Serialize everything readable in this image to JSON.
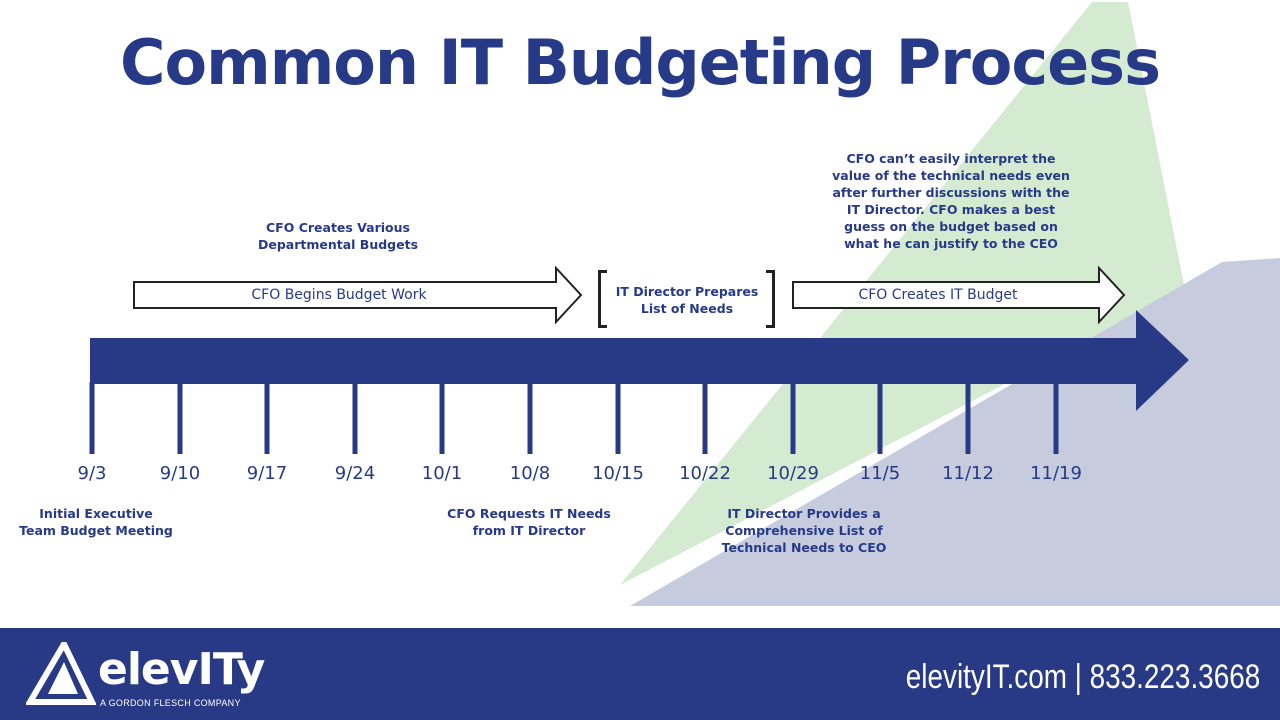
{
  "title": "Common IT Budgeting Process",
  "phases": [
    {
      "label": "CFO Begins Budget Work"
    },
    {
      "label": "CFO Creates IT Budget"
    }
  ],
  "bracket": {
    "line1": "IT Director Prepares",
    "line2": "List of Needs"
  },
  "top_notes": [
    {
      "lines": [
        "CFO Creates Various",
        "Departmental Budgets"
      ]
    },
    {
      "lines": [
        "CFO can’t easily interpret the",
        "value of the technical needs even",
        "after further discussions with the",
        "IT Director. CFO makes a best",
        "guess on the budget based on",
        "what he can justify to the CEO"
      ]
    }
  ],
  "dates": [
    "9/3",
    "9/10",
    "9/17",
    "9/24",
    "10/1",
    "10/8",
    "10/15",
    "10/22",
    "10/29",
    "11/5",
    "11/12",
    "11/19"
  ],
  "bottom_notes": [
    {
      "lines": [
        "Initial Executive",
        "Team Budget Meeting"
      ]
    },
    {
      "lines": [
        "CFO Requests IT Needs",
        "from IT Director"
      ]
    },
    {
      "lines": [
        "IT Director Provides a",
        "Comprehensive List of",
        "Technical Needs to CEO"
      ]
    }
  ],
  "footer": {
    "logo_text": "elevITy",
    "logo_tagline": "A GORDON FLESCH COMPANY",
    "contact": "elevityIT.com | 833.223.3668"
  },
  "colors": {
    "primary": "#283a85",
    "green_accent": "#d3ead0",
    "lavender_accent": "#c5cade",
    "footer": "#283a85"
  }
}
